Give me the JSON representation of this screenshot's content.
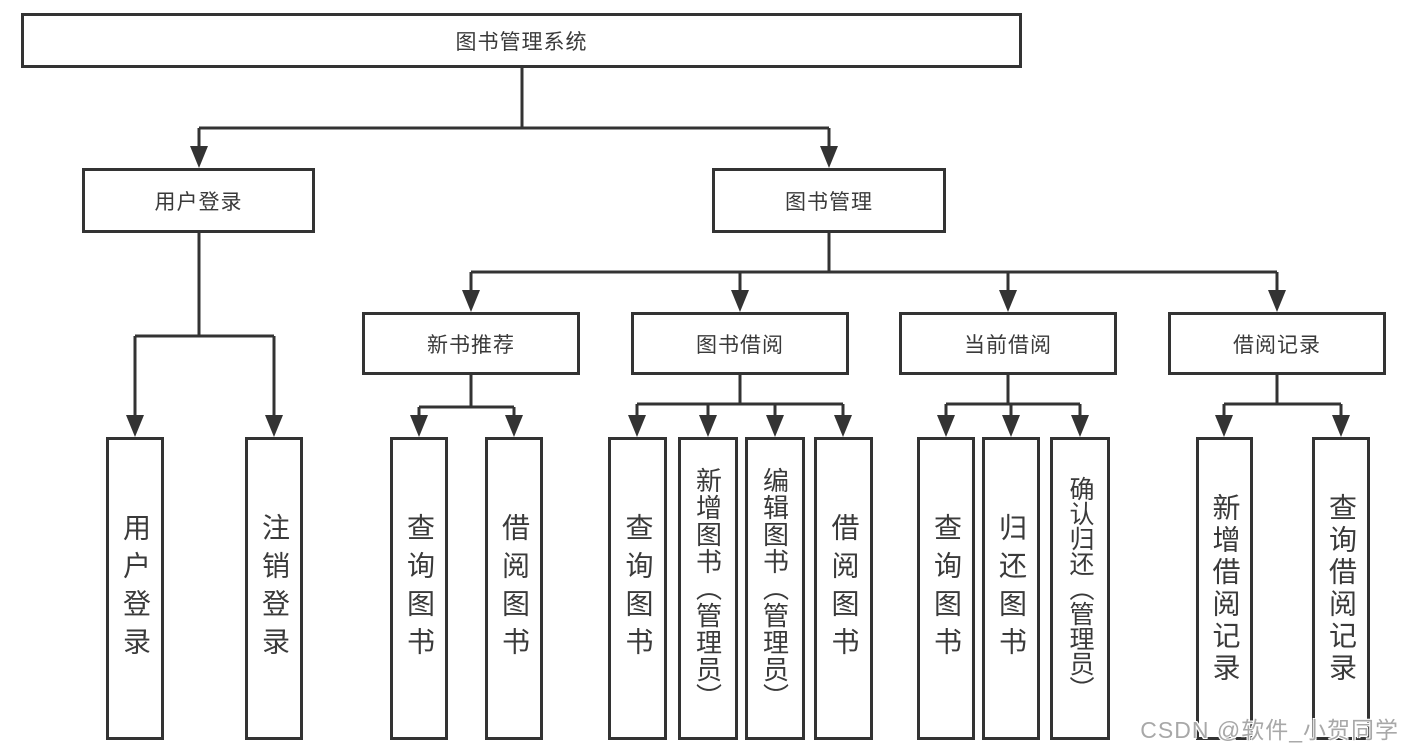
{
  "diagram_title": "图书管理系统",
  "nodes": {
    "root": "图书管理系统",
    "user_login": "用户登录",
    "book_management": "图书管理",
    "leaf_user_login": "用户登录",
    "leaf_logout": "注销登录",
    "new_book_recommend": "新书推荐",
    "book_borrow": "图书借阅",
    "current_borrow": "当前借阅",
    "borrow_records": "借阅记录",
    "nb_query_books": "查询图书",
    "nb_borrow_books": "借阅图书",
    "bb_query_books": "查询图书",
    "bb_add_books": "新增图书（管理员）",
    "bb_edit_books": "编辑图书（管理员）",
    "bb_borrow_books": "借阅图书",
    "cb_query_books": "查询图书",
    "cb_return_books": "归还图书",
    "cb_confirm_return": "确认归还（管理员）",
    "br_add_record": "新增借阅记录",
    "br_query_record": "查询借阅记录"
  },
  "watermark": "CSDN @软件_小贺同学",
  "colors": {
    "line": "#333333",
    "text": "#3a3a3a",
    "background": "#ffffff",
    "watermark": "#a8a8a8"
  }
}
